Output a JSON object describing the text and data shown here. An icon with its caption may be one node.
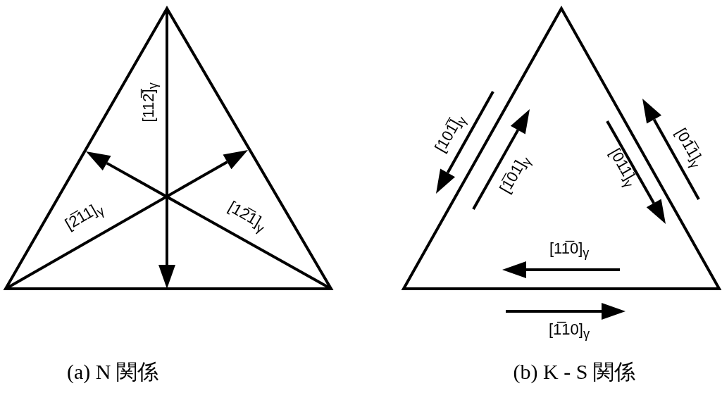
{
  "diagram": {
    "labels": [
      "[112̅]$_{γ}$",
      "[2̅11]$_{γ}$",
      "[12̅1]$_{γ}$",
      "[101̅]$_{γ}$",
      "[1̅01]$_{γ}$",
      "[011̅]$_{γ}$",
      "[01̅1]$_{γ}$",
      "[11̅0]$_{γ}$",
      "[1̅10]$_{γ}$",
      "(a) N 関係",
      "(b) K - S 関係"
    ]
  }
}
